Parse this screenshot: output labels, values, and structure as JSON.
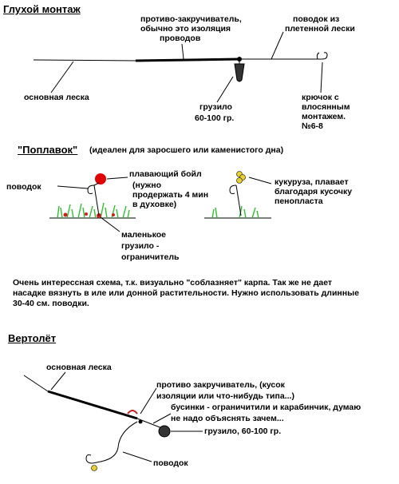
{
  "sections": {
    "deaf": {
      "heading": "Глухой монтаж",
      "anti_twist_l1": "противо-закручиватель,",
      "anti_twist_l2": "обычно это изоляция",
      "anti_twist_l3": "проводов",
      "leader_l1": "поводок из",
      "leader_l2": "плетенной лески",
      "main_line": "основная леска",
      "sinker_l1": "грузило",
      "sinker_l2": "60-100 гр.",
      "hook_l1": "крючок с",
      "hook_l2": "влосянным",
      "hook_l3": "монтажем.",
      "hook_l4": "№6-8"
    },
    "float": {
      "heading": "\"Поплавок\"",
      "subheading": "(идеален для заросшего или каменистого дна)",
      "leader": "поводок",
      "boilie_l1": "плавающий бойл",
      "boilie_l2": "(нужно",
      "boilie_l3": "продержать 4 мин",
      "boilie_l4": "в духовке)",
      "corn_l1": "кукуруза, плавает",
      "corn_l2": "благодаря кусочку",
      "corn_l3": "пенопласта",
      "small_sinker_l1": "маленькое",
      "small_sinker_l2": "грузило -",
      "small_sinker_l3": "ограничитель",
      "note": "Очень интересcная схема, т.к. визуально \"соблазняет\" карпа.  Так же не дает насадке вязнуть в иле или донной растительности.  Нужно использовать длинные 30-40 см. поводки."
    },
    "heli": {
      "heading": "Вертолёт",
      "main_line": "основная леска",
      "anti_twist_l1": "противо закручиватель, (кусок",
      "anti_twist_l2": "изоляции или что-нибудь типа...)",
      "beads_l1": "бусинки - ограничитили и карабинчик, думаю",
      "beads_l2": "не надо объяснять зачем...",
      "sinker": "грузило, 60-100 гр.",
      "leader": "поводок"
    }
  },
  "colors": {
    "boilie": "#e00000",
    "weed": "#2fbf2f",
    "corn": "#e8d030",
    "stop": "#cc2020"
  }
}
